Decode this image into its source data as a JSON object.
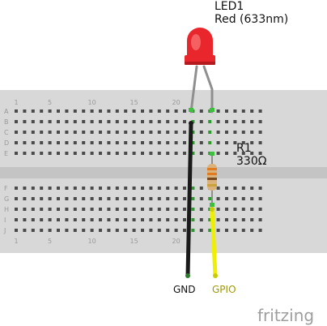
{
  "led": {
    "designator": "LED1",
    "description": "Red (633nm)",
    "body_color": "#e8262b"
  },
  "resistor": {
    "designator": "R1",
    "value": "330Ω"
  },
  "breadboard": {
    "top_rows": [
      "A",
      "B",
      "C",
      "D",
      "E"
    ],
    "bottom_rows": [
      "F",
      "G",
      "H",
      "I",
      "J"
    ],
    "column_markers": [
      "1",
      "5",
      "10",
      "15",
      "20"
    ]
  },
  "wires": {
    "gnd": {
      "label": "GND",
      "color": "#1a1a1a",
      "label_color": "#111111"
    },
    "gpio": {
      "label": "GPIO",
      "color": "#eef000",
      "label_color": "#a09a00"
    }
  },
  "branding": {
    "logo_text": "fritzing"
  }
}
